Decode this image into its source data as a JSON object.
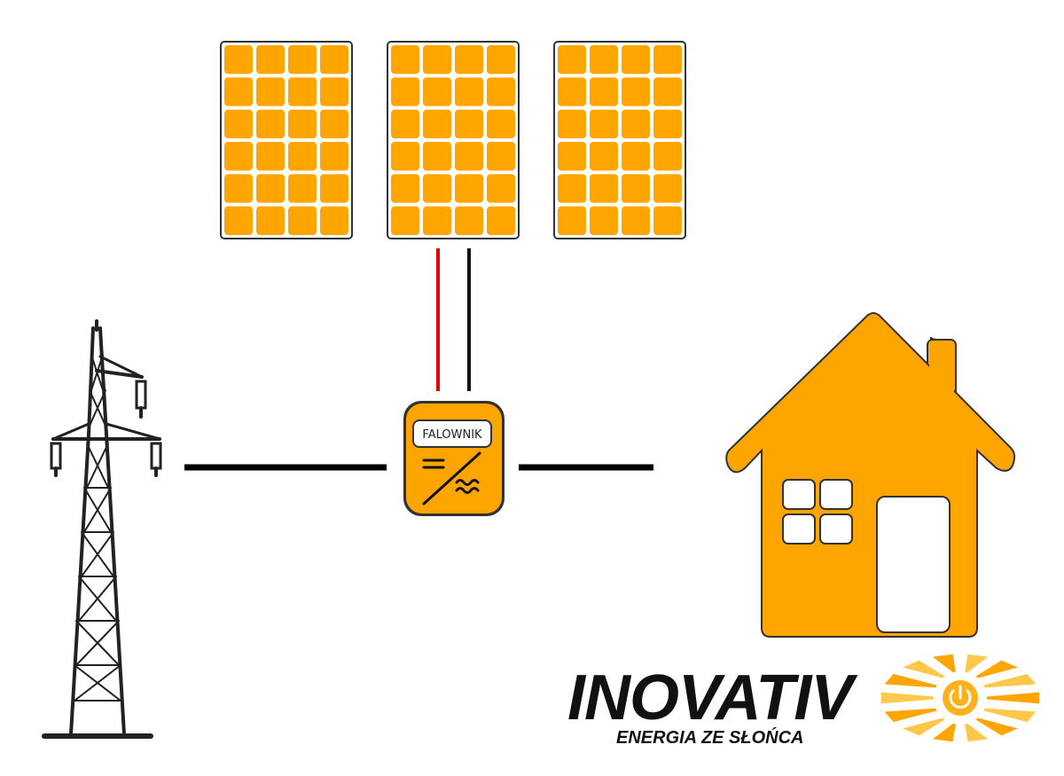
{
  "inverter": {
    "label": "FALOWNIK"
  },
  "logo": {
    "name": "INOVATIV",
    "tagline": "ENERGIA ZE SŁOŃCA",
    "icon": "sun-power-icon"
  },
  "panels": {
    "count": 3,
    "rows": 6,
    "cols": 4
  },
  "colors": {
    "accent": "#FFA500",
    "outline": "#333333",
    "wire_positive": "#E00000",
    "wire_negative": "#111111",
    "line": "#000000",
    "background": "#FFFFFF"
  }
}
